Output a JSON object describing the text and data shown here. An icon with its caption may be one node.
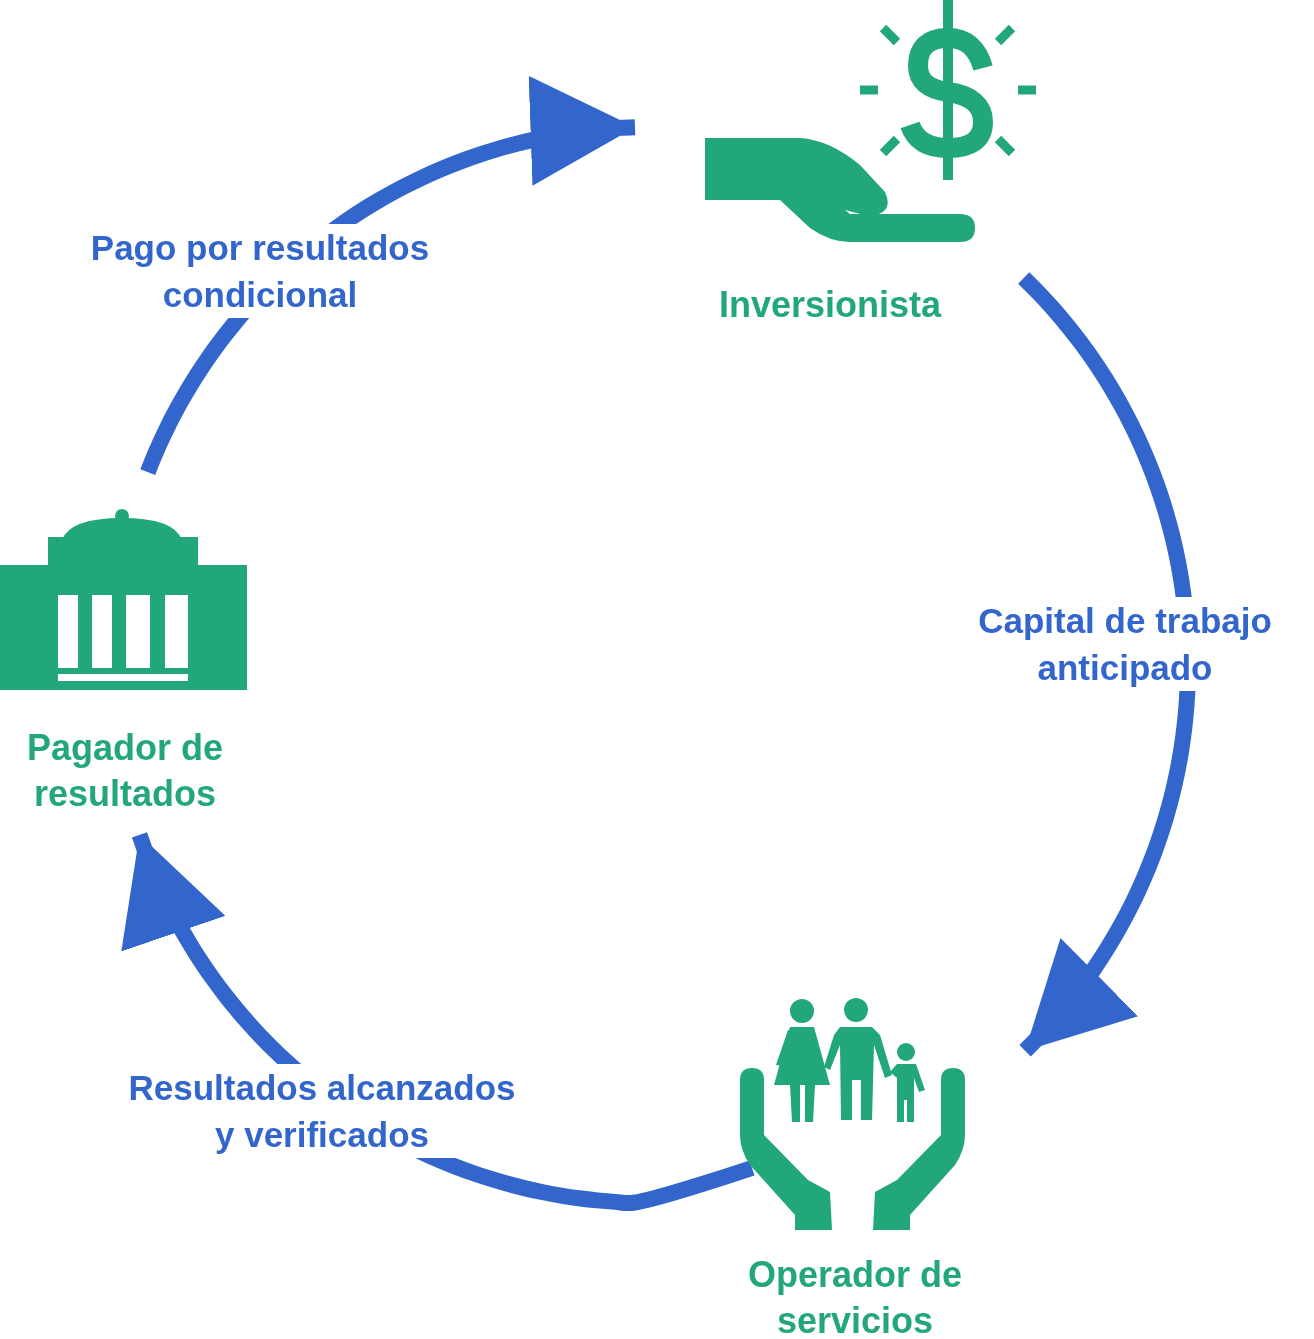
{
  "diagram": {
    "nodes": [
      {
        "text": [
          "Inversionista"
        ]
      },
      {
        "text": [
          "Operador de servicios"
        ]
      },
      {
        "text": [
          "Pagador de resultados"
        ]
      }
    ],
    "edges": [
      {
        "from": 0,
        "to": 1,
        "arrow": "to",
        "label": "Capital de trabajo anticipado"
      },
      {
        "from": 1,
        "to": 2,
        "arrow": "to",
        "label": "Resultados alcanzados y verificados"
      },
      {
        "from": 2,
        "to": 0,
        "arrow": "to",
        "label": "Pago por resultados condicional"
      }
    ]
  }
}
